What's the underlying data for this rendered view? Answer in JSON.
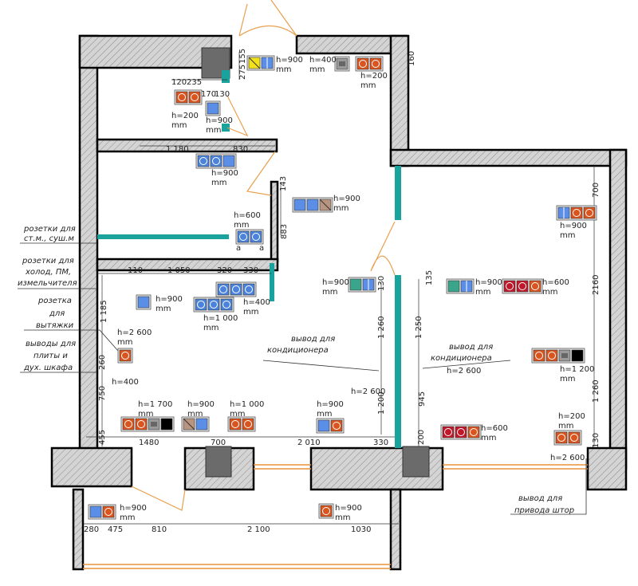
{
  "colors": {
    "wall_hatch": "#b8b8b8",
    "shaft": "#6b6b6b",
    "glass_partition": "#19a39c",
    "window": "#e8933a",
    "socket_orange": "#d9541e",
    "socket_red": "#c0182a",
    "socket_blue": "#4a82dc",
    "switch_blue": "#5b8ee6",
    "teal_box": "#3aa58a",
    "yellow_box": "#f2e21a"
  },
  "annotations": {
    "washer_dryer": [
      "розетки для",
      "ст.м., суш.м"
    ],
    "fridge_dishwasher": [
      "розетки для",
      "холод, ПМ,",
      "измельчителя"
    ],
    "hood": [
      "розетка",
      "для",
      "вытяжки"
    ],
    "stove_oven": [
      "выводы для",
      "плиты и",
      "дух. шкафа"
    ],
    "ac_left": [
      "вывод для",
      "кондиционера"
    ],
    "ac_right": [
      "вывод для",
      "кондиционера"
    ],
    "curtain_drive": [
      "вывод для",
      "привода штор"
    ]
  },
  "extra_heights": [
    "h=400",
    "h=2 600",
    "h=2 600",
    "h=2 600"
  ],
  "dimensions": [
    "155",
    "275",
    "120",
    "235",
    "170",
    "130",
    "1 180",
    "830",
    "160",
    "143",
    "883",
    "110",
    "1 050",
    "320",
    "330",
    "a",
    "a",
    "130",
    "135",
    "700",
    "2160",
    "1 260",
    "1 250",
    "1 200",
    "945",
    "200",
    "1 260",
    "130",
    "1 185",
    "260",
    "750",
    "455",
    "1480",
    "700",
    "2 010",
    "330",
    "280",
    "475",
    "810",
    "2 100",
    "1030"
  ],
  "devices": [
    {
      "height": "h=200",
      "unit": "mm",
      "items": [
        "socket-orange",
        "socket-orange"
      ]
    },
    {
      "height": "h=900",
      "unit": "mm",
      "items": [
        "switch-blue"
      ]
    },
    {
      "height": "h=900",
      "unit": "mm",
      "items": [
        "yellow-diagonal",
        "switch-double-blue"
      ]
    },
    {
      "height": "h=400",
      "unit": "mm",
      "items": [
        "gray-outlet"
      ]
    },
    {
      "height": "h=200",
      "unit": "mm",
      "items": [
        "socket-orange",
        "socket-orange"
      ]
    },
    {
      "height": "h=900",
      "unit": "mm",
      "items": [
        "socket-blue",
        "socket-blue",
        "switch-blue"
      ]
    },
    {
      "height": "h=900",
      "unit": "mm",
      "items": [
        "switch-blue",
        "switch-blue",
        "brown-diagonal"
      ]
    },
    {
      "height": "h=600",
      "unit": "mm",
      "items": [
        "socket-blue",
        "socket-blue"
      ]
    },
    {
      "height": "h=400",
      "unit": "mm",
      "items": [
        "socket-blue",
        "socket-blue",
        "socket-blue"
      ]
    },
    {
      "height": "h=1 000",
      "unit": "mm",
      "items": [
        "socket-blue",
        "socket-blue",
        "socket-blue"
      ]
    },
    {
      "height": "h=900",
      "unit": "mm",
      "items": [
        "switch-blue"
      ]
    },
    {
      "height": "h=900",
      "unit": "mm",
      "items": [
        "teal-box",
        "switch-double-blue"
      ]
    },
    {
      "height": "h=900",
      "unit": "mm",
      "items": [
        "teal-box",
        "switch-double-blue"
      ]
    },
    {
      "height": "h=600",
      "unit": "mm",
      "items": [
        "socket-red",
        "socket-red",
        "socket-orange"
      ]
    },
    {
      "height": "h=900",
      "unit": "mm",
      "items": [
        "switch-double-blue",
        "socket-orange",
        "socket-orange"
      ]
    },
    {
      "height": "h=1 200",
      "unit": "mm",
      "items": [
        "socket-orange",
        "socket-orange",
        "gray-outlet",
        "black-box"
      ]
    },
    {
      "height": "h=200",
      "unit": "mm",
      "items": [
        "socket-orange",
        "socket-orange"
      ]
    },
    {
      "height": "h=600",
      "unit": "mm",
      "items": [
        "socket-red",
        "socket-red",
        "socket-orange"
      ]
    },
    {
      "height": "h=900",
      "unit": "mm",
      "items": [
        "switch-blue",
        "socket-orange"
      ]
    },
    {
      "height": "h=1 700",
      "unit": "mm",
      "items": [
        "socket-orange",
        "socket-orange",
        "gray-outlet",
        "black-box"
      ]
    },
    {
      "height": "h=900",
      "unit": "mm",
      "items": [
        "brown-diagonal",
        "switch-blue"
      ]
    },
    {
      "height": "h=1 000",
      "unit": "mm",
      "items": [
        "socket-orange",
        "socket-orange"
      ]
    },
    {
      "height": "h=900",
      "unit": "mm",
      "items": [
        "switch-blue",
        "socket-orange"
      ]
    },
    {
      "height": "h=900",
      "unit": "mm",
      "items": [
        "socket-orange"
      ]
    },
    {
      "height": "h=2 600",
      "unit": "mm",
      "items": [
        "socket-orange"
      ]
    }
  ]
}
